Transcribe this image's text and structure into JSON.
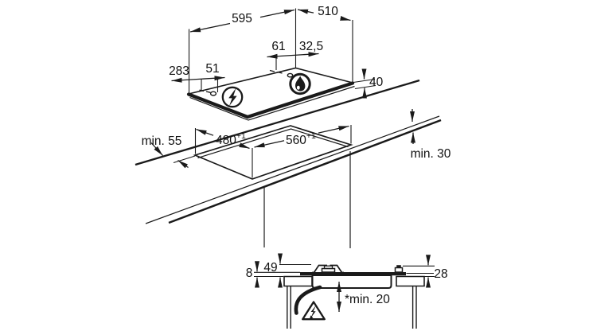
{
  "colors": {
    "ink": "#1a1a1a",
    "background": "#ffffff"
  },
  "diagram_title": "gas-hob-installation-dimensions",
  "labels": {
    "hob_width": "595",
    "hob_depth": "510",
    "burner_center_offset": "61",
    "burner_edge_offset": "32,5",
    "ignition_depth": "283",
    "ignition_offset": "51",
    "hob_height": "40",
    "front_clearance": "min. 55",
    "cutout_depth": "480",
    "cutout_depth_tolerance": "+1",
    "cutout_width": "560",
    "cutout_width_tolerance": "+1",
    "worktop_thickness": "min. 30",
    "rim_above_worktop": "8",
    "support_height": "49",
    "knob_height": "28",
    "bottom_clearance": "*min. 20"
  },
  "icons": [
    "electric-ignition-icon",
    "gas-flame-icon",
    "electric-shock-warning-icon"
  ]
}
